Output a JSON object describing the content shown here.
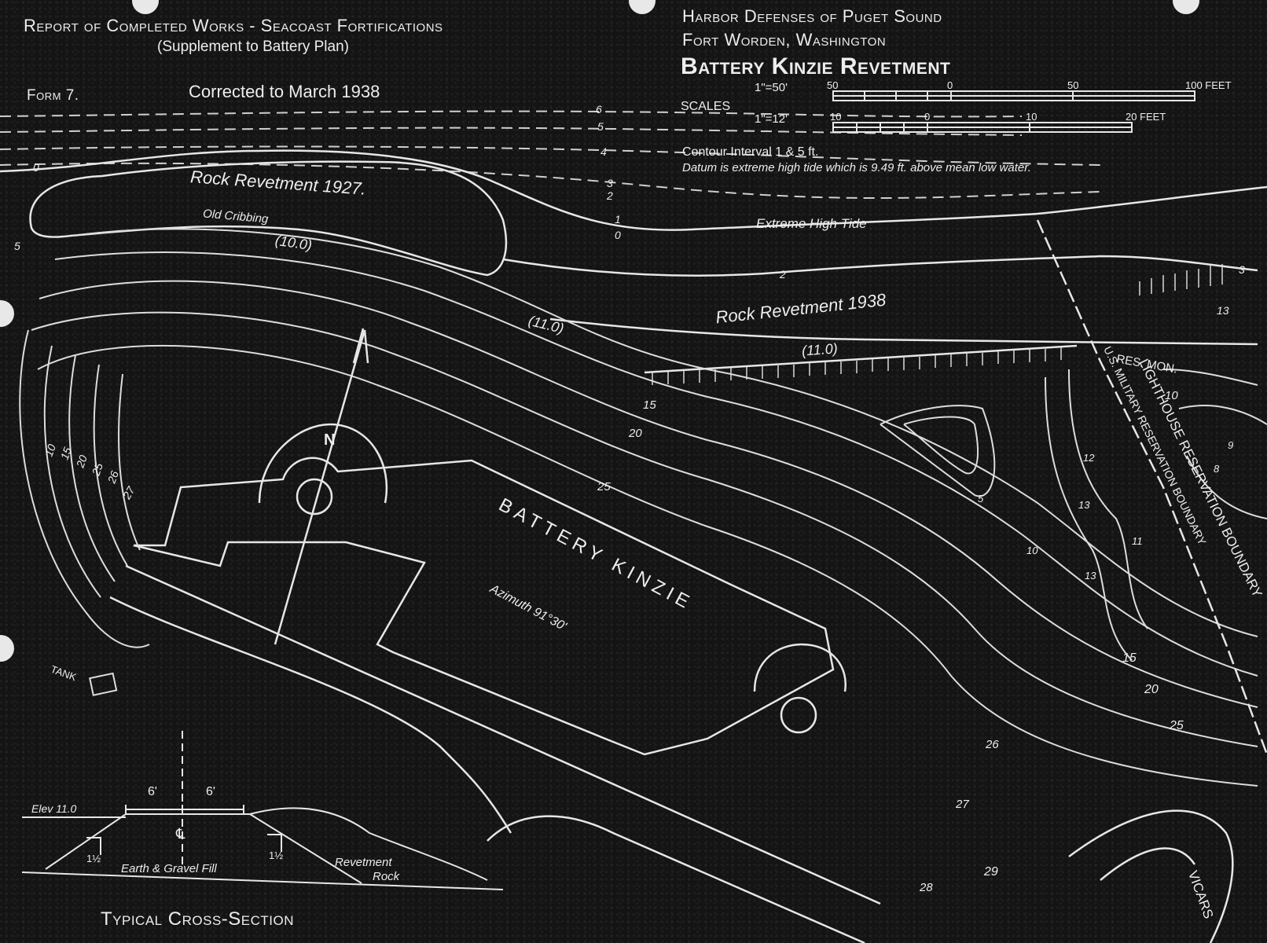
{
  "header_left": {
    "title": "Report of Completed Works - Seacoast Fortifications",
    "subtitle": "(Supplement to Battery Plan)",
    "form": "Form 7.",
    "corrected": "Corrected to March 1938"
  },
  "header_right": {
    "line1": "Harbor Defenses of Puget Sound",
    "line2": "Fort Worden, Washington",
    "title": "Battery Kinzie Revetment",
    "scales_label": "SCALES",
    "scale1_ratio": "1\"=50'",
    "scale1_ticks": [
      "50",
      "0",
      "50",
      "100 FEET"
    ],
    "scale2_ratio": "1\"=12'",
    "scale2_ticks": [
      "10",
      "0",
      "10",
      "20 FEET"
    ],
    "contour_note": "Contour Interval 1 & 5 ft.",
    "datum_note": "Datum is extreme high tide which is 9.49 ft. above mean low water."
  },
  "map_labels": {
    "rock_1927": "Rock Revetment 1927.",
    "old_cribbing": "Old Cribbing",
    "elev_10": "(10.0)",
    "elev_11a": "(11.0)",
    "elev_11b": "(11.0)",
    "extreme_tide": "Extreme High Tide",
    "rock_1938": "Rock Revetment 1938",
    "res_mon": "RES. MON.",
    "lighthouse": "LIGHTHOUSE RESERVATION BOUNDARY",
    "military": "U.S. MILITARY RESERVATION BOUNDARY",
    "battery": "BATTERY KINZIE",
    "azimuth": "Azimuth 91°30'",
    "north": "N",
    "tank": "TANK",
    "vicars": "VICARS"
  },
  "contour_values": [
    "0",
    "1",
    "2",
    "3",
    "4",
    "5",
    "6",
    "10",
    "15",
    "20",
    "25",
    "26",
    "27",
    "28",
    "29",
    "13",
    "12",
    "11",
    "9",
    "8",
    "3"
  ],
  "cross_section": {
    "title": "Typical Cross-Section",
    "elev": "Elev 11.0",
    "dim_left": "6'",
    "dim_right": "6'",
    "centerline": "℄",
    "slope_left": "1½",
    "slope_right": "1½",
    "fill": "Earth & Gravel Fill",
    "revetment_line1": "Revetment",
    "revetment_line2": "Rock"
  },
  "colors": {
    "background": "#141414",
    "ink": "#e6e6e6",
    "border": "#9a9a9a"
  }
}
